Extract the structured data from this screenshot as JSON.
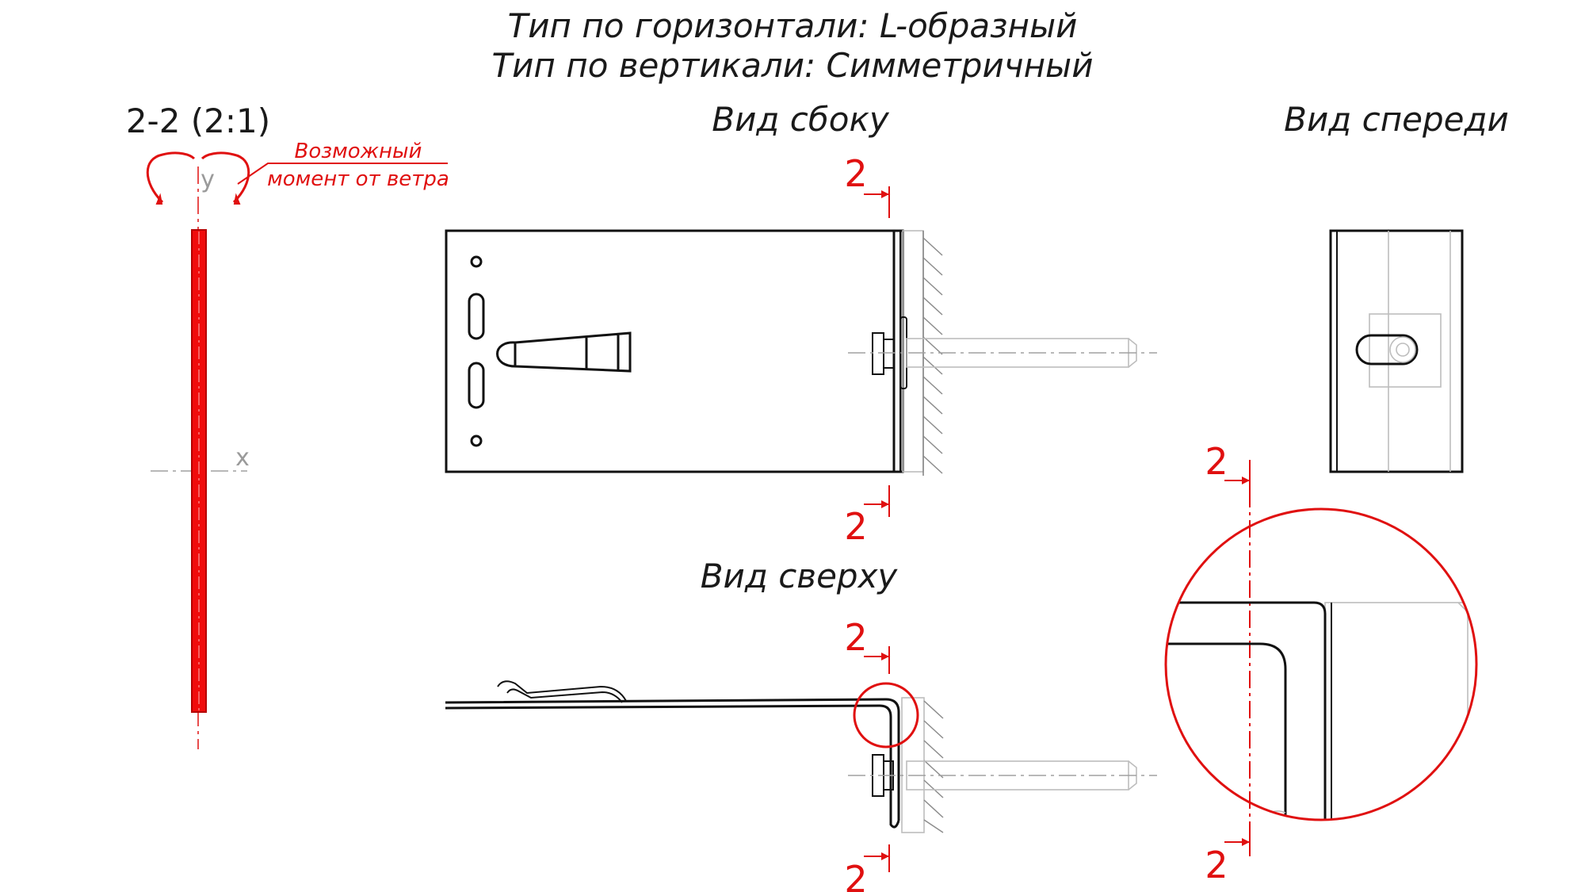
{
  "title": {
    "line1": "Тип по горизонтали: L-образный",
    "line2": "Тип по вертикали: Симметричный"
  },
  "section": {
    "label": "2-2 (2:1)",
    "moment_line1": "Возможный",
    "moment_line2": "момент от ветра",
    "axis_y": "y",
    "axis_x": "x"
  },
  "views": {
    "side": "Вид сбоку",
    "front": "Вид спереди",
    "top": "Вид сверху"
  },
  "cut_marker": "2",
  "colors": {
    "line": "#111111",
    "accent_red": "#e01010",
    "thin_gray": "#bdbdbd"
  }
}
